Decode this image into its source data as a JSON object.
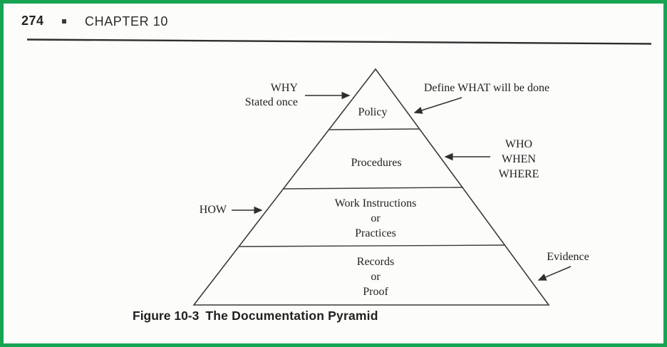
{
  "page": {
    "border_color": "#17a452",
    "background_color": "#fcfcfa"
  },
  "header": {
    "page_number": "274",
    "chapter": "CHAPTER 10"
  },
  "figure": {
    "caption_label": "Figure 10-3",
    "caption_title": "The Documentation Pyramid"
  },
  "pyramid": {
    "levels": [
      {
        "name": "policy",
        "lines": [
          "Policy"
        ]
      },
      {
        "name": "procedures",
        "lines": [
          "Procedures"
        ]
      },
      {
        "name": "work-instructions",
        "lines": [
          "Work Instructions",
          "or",
          "Practices"
        ]
      },
      {
        "name": "records",
        "lines": [
          "Records",
          "or",
          "Proof"
        ]
      }
    ]
  },
  "annotations": {
    "why": [
      "WHY",
      "Stated once"
    ],
    "define_what": "Define WHAT will be done",
    "who_when_where": [
      "WHO",
      "WHEN",
      "WHERE"
    ],
    "how": "HOW",
    "evidence": "Evidence"
  }
}
